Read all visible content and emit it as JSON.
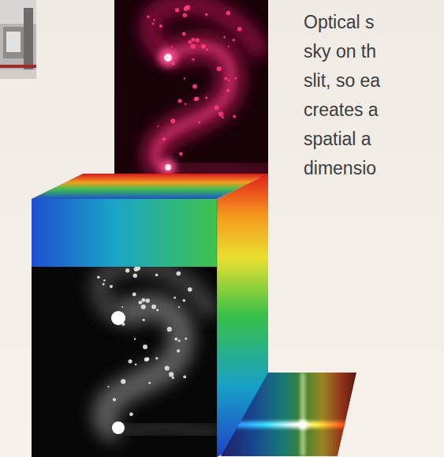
{
  "diagram": {
    "labels": [
      "Optical s",
      "sky on th",
      "slit, so ea",
      "creates a",
      "spatial a",
      "dimensio"
    ]
  }
}
